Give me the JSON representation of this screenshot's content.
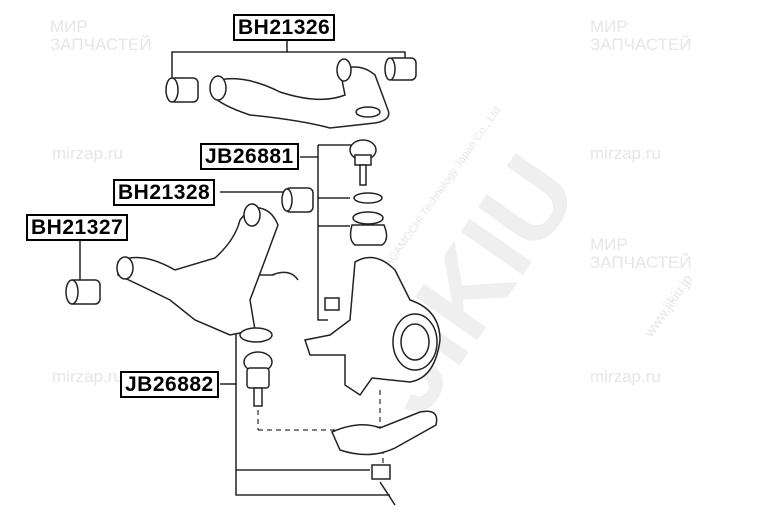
{
  "watermark": {
    "brand": "JIKIU",
    "shop_line1": "МИР",
    "shop_line2": "ЗАПЧАСТЕЙ",
    "site": "mirzap.ru",
    "company": "RMP NAGAMOCHI Technology Japan Co., Ltd",
    "web": "www.jikiu.jp"
  },
  "labels": {
    "upper_arm_bushing": "BH21326",
    "upper_ball_joint": "JB26881",
    "lower_arm_bushing_front": "BH21328",
    "lower_arm_bushing_rear": "BH21327",
    "lower_ball_joint": "JB26882"
  },
  "colors": {
    "line": "#000000",
    "part": "#333333",
    "watermark": "#e6e6e6"
  }
}
